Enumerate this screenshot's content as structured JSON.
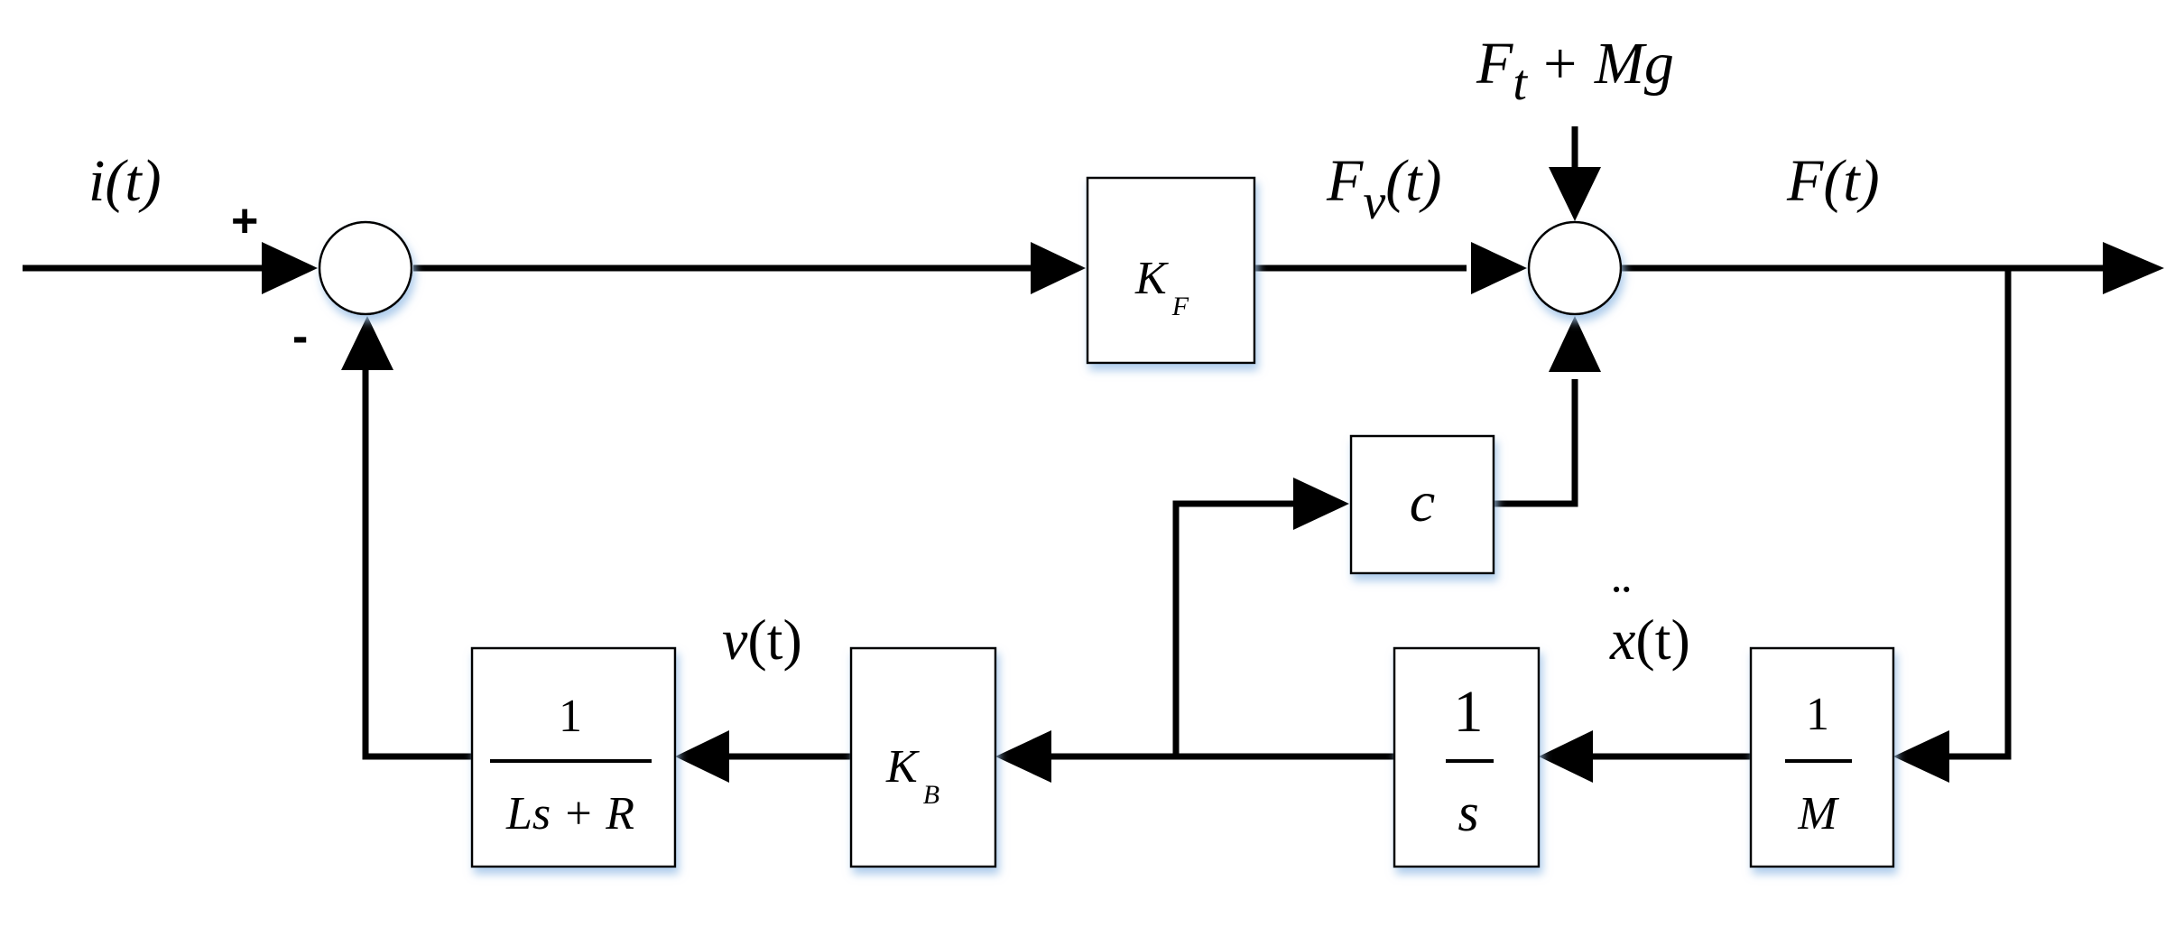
{
  "signals": {
    "i_t": "i(t)",
    "fv_main": "F",
    "fv_sub": "v",
    "fv_arg": "(t)",
    "f_t": "F(t)",
    "disturb_main": "F",
    "disturb_sub": "t",
    "disturb_rest": "+ Mg",
    "v_italic": "v",
    "v_arg": "(t)",
    "xdd_italic": "x",
    "xdd_arg": "(t)",
    "xdd_dots": "¨"
  },
  "signs": {
    "plus": "+",
    "minus": "-"
  },
  "blocks": {
    "kf_main": "K",
    "kf_sub": "F",
    "c": "c",
    "kb_main": "K",
    "kb_sub": "B",
    "elec_num": "1",
    "elec_den": "Ls + R",
    "integ_num": "1",
    "integ_den": "s",
    "mass_num": "1",
    "mass_den": "M"
  }
}
